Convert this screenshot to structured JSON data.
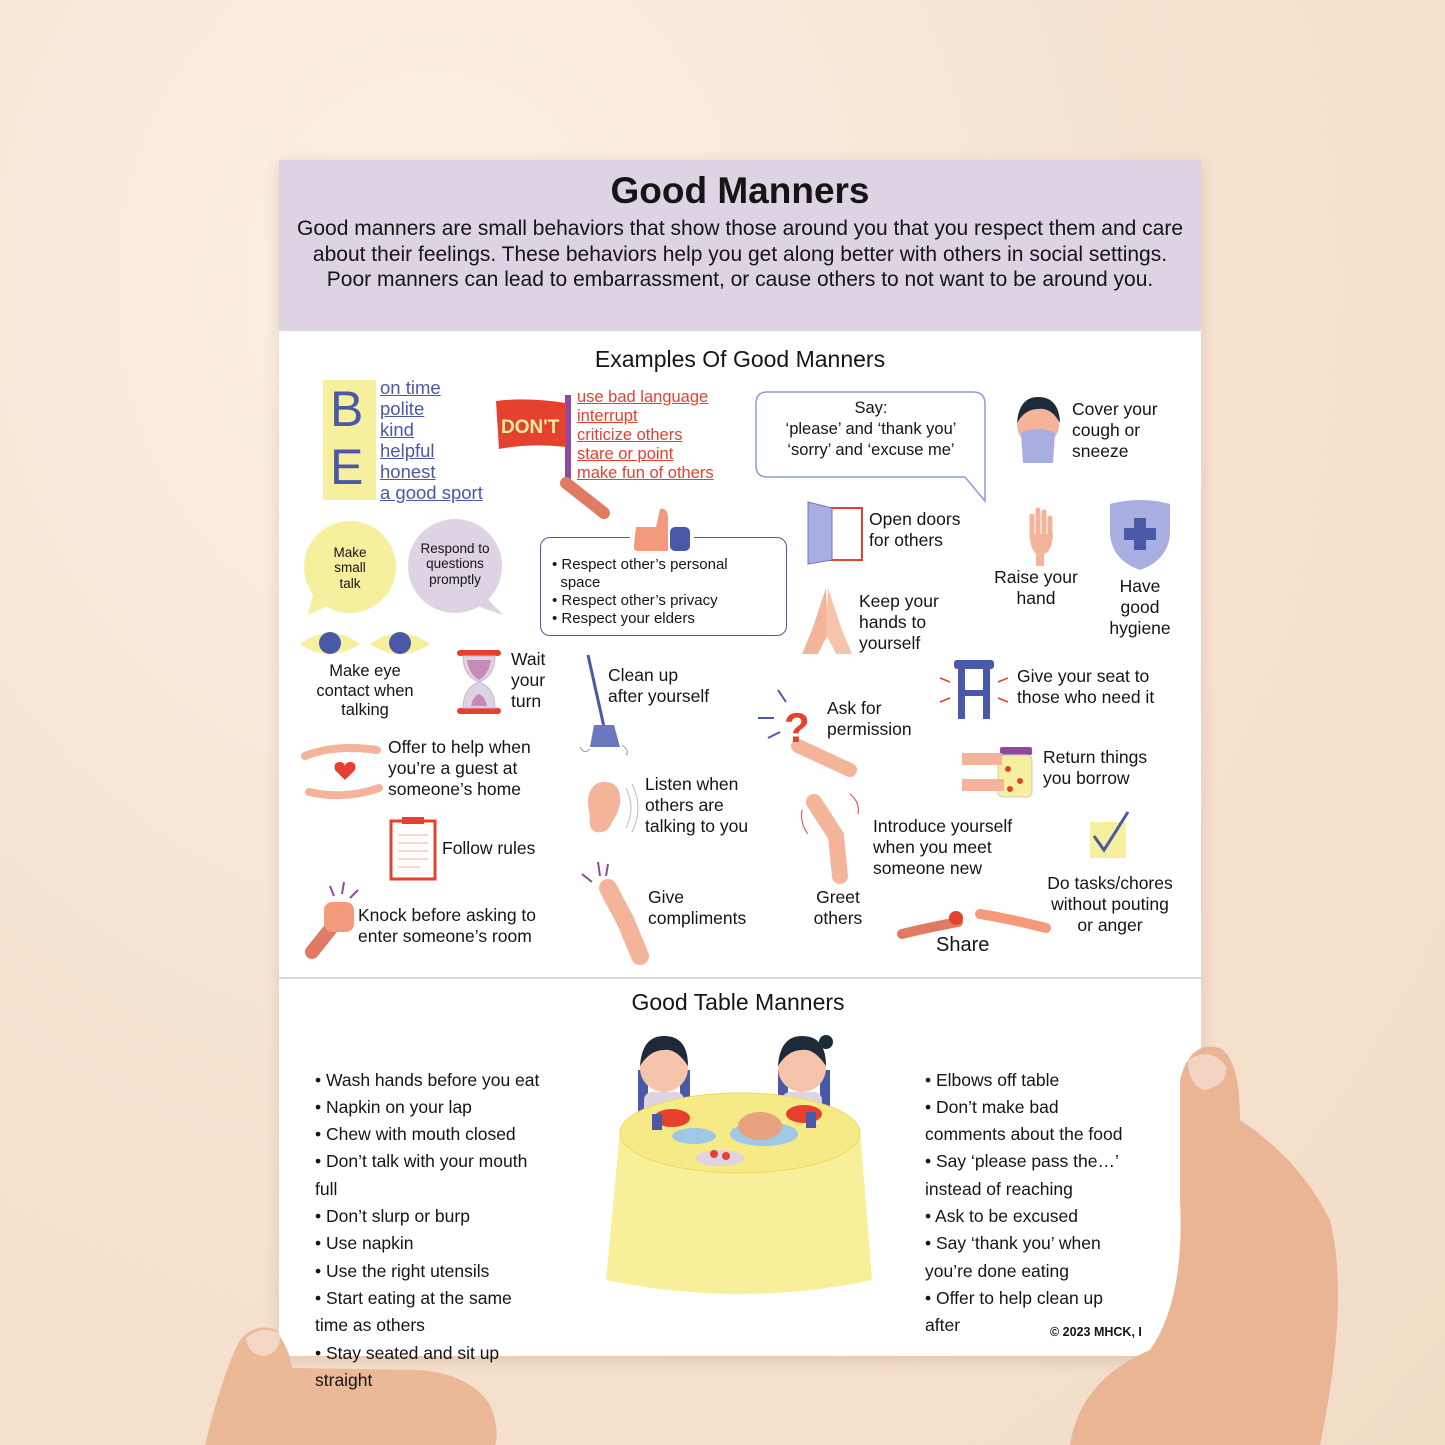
{
  "title": "Good Manners",
  "intro": "Good manners are small behaviors that show those around you that you respect them and care about their feelings.  These behaviors help you get along better with others in social settings.  Poor manners can lead to embarrassment, or cause others to not want to be around you.",
  "examples": {
    "heading": "Examples Of Good Manners",
    "be": {
      "letters": [
        "B",
        "E"
      ],
      "items": [
        "on time",
        "polite",
        "kind",
        "helpful",
        "honest",
        "a good sport"
      ]
    },
    "dont": {
      "flag": "DON'T",
      "items": [
        "use bad language",
        "interrupt",
        "criticize others",
        "stare or point",
        "make fun of others"
      ]
    },
    "say": {
      "lines": [
        "Say:",
        "‘please’ and ‘thank you’",
        "‘sorry’ and ‘excuse me’"
      ]
    },
    "cough": [
      "Cover your",
      "cough or",
      "sneeze"
    ],
    "small_talk": [
      "Make",
      "small",
      "talk"
    ],
    "respond": [
      "Respond to",
      "questions",
      "promptly"
    ],
    "respect": [
      "• Respect other’s personal",
      "  space",
      "• Respect other’s privacy",
      "• Respect your elders"
    ],
    "doors": [
      "Open doors",
      "for others"
    ],
    "raise": [
      "Raise your",
      "hand"
    ],
    "hygiene": [
      "Have",
      "good",
      "hygiene"
    ],
    "hands": [
      "Keep your",
      "hands to",
      "yourself"
    ],
    "eye": [
      "Make eye",
      "contact when",
      "talking"
    ],
    "wait": [
      "Wait",
      "your",
      "turn"
    ],
    "clean": [
      "Clean up",
      "after yourself"
    ],
    "ask": [
      "Ask for",
      "permission"
    ],
    "seat": [
      "Give your seat to",
      "those who need it"
    ],
    "offer": [
      "Offer to help when",
      "you’re a guest at",
      "someone’s home"
    ],
    "return": [
      "Return things",
      "you borrow"
    ],
    "listen": [
      "Listen when",
      "others are",
      "talking to you"
    ],
    "introduce": [
      "Introduce yourself",
      "when you meet",
      "someone new"
    ],
    "greet": [
      "Greet",
      "others"
    ],
    "tasks": [
      "Do tasks/chores",
      "without pouting",
      "or anger"
    ],
    "rules": "Follow rules",
    "compliments": [
      "Give",
      "compliments"
    ],
    "knock": [
      "Knock before asking to",
      "enter someone’s room"
    ],
    "share": "Share"
  },
  "table": {
    "heading": "Good Table Manners",
    "left": [
      "• Wash hands before you eat",
      "• Napkin on your lap",
      "• Chew with mouth closed",
      "• Don’t talk with your mouth",
      "   full",
      "• Don’t slurp or burp",
      "• Use napkin",
      "• Use the right utensils",
      "• Start eating at the same",
      "time as others",
      "• Stay seated and sit up",
      "   straight"
    ],
    "right": [
      "• Elbows off table",
      "• Don’t make bad",
      "   comments about the food",
      "• Say ‘please pass the…’",
      "    instead of reaching",
      "• Ask to be excused",
      "• Say ‘thank you’ when",
      "    you’re done eating",
      "• Offer to help clean up",
      "    after"
    ]
  },
  "copyright": "© 2023 MHCK, I",
  "colors": {
    "header": "#ddd3e2",
    "blue": "#4a58a8",
    "red": "#e6402f",
    "yellow": "#f6ef9e",
    "skin": "#f0a98a"
  }
}
